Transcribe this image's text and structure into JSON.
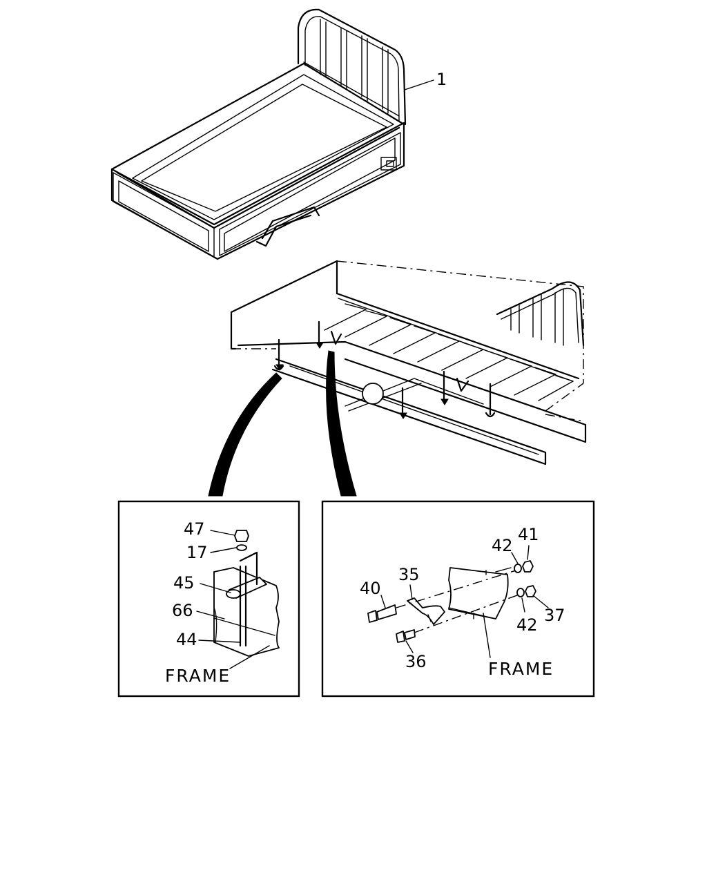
{
  "callouts": {
    "c1": "1",
    "c47": "47",
    "c17": "17",
    "c45": "45",
    "c66": "66",
    "c44": "44",
    "c40": "40",
    "c35": "35",
    "c36": "36",
    "c42a": "42",
    "c41": "41",
    "c42b": "42",
    "c37": "37"
  },
  "frame_labels": {
    "left": "FRAME",
    "right": "FRAME"
  }
}
